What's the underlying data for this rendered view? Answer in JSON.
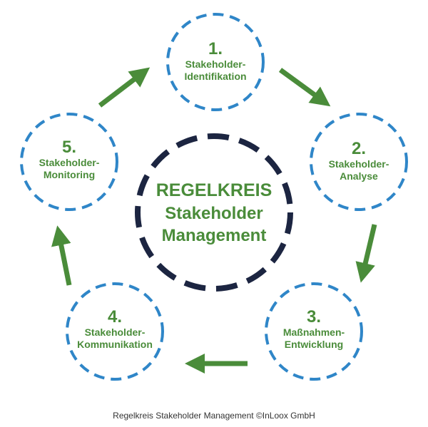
{
  "colors": {
    "ring_blue": "#2f86c8",
    "ring_navy": "#1c2541",
    "text_green": "#4a8c3a",
    "arrow_green": "#4a8c3a"
  },
  "center": {
    "title": "REGELKREIS",
    "line1": "Stakeholder",
    "line2": "Management"
  },
  "steps": [
    {
      "number": "1.",
      "line1": "Stakeholder-",
      "line2": "Identifikation"
    },
    {
      "number": "2.",
      "line1": "Stakeholder-",
      "line2": "Analyse"
    },
    {
      "number": "3.",
      "line1": "Maßnahmen-",
      "line2": "Entwicklung"
    },
    {
      "number": "4.",
      "line1": "Stakeholder-",
      "line2": "Kommunikation"
    },
    {
      "number": "5.",
      "line1": "Stakeholder-",
      "line2": "Monitoring"
    }
  ],
  "caption": "Regelkreis Stakeholder Management ©InLoox GmbH"
}
